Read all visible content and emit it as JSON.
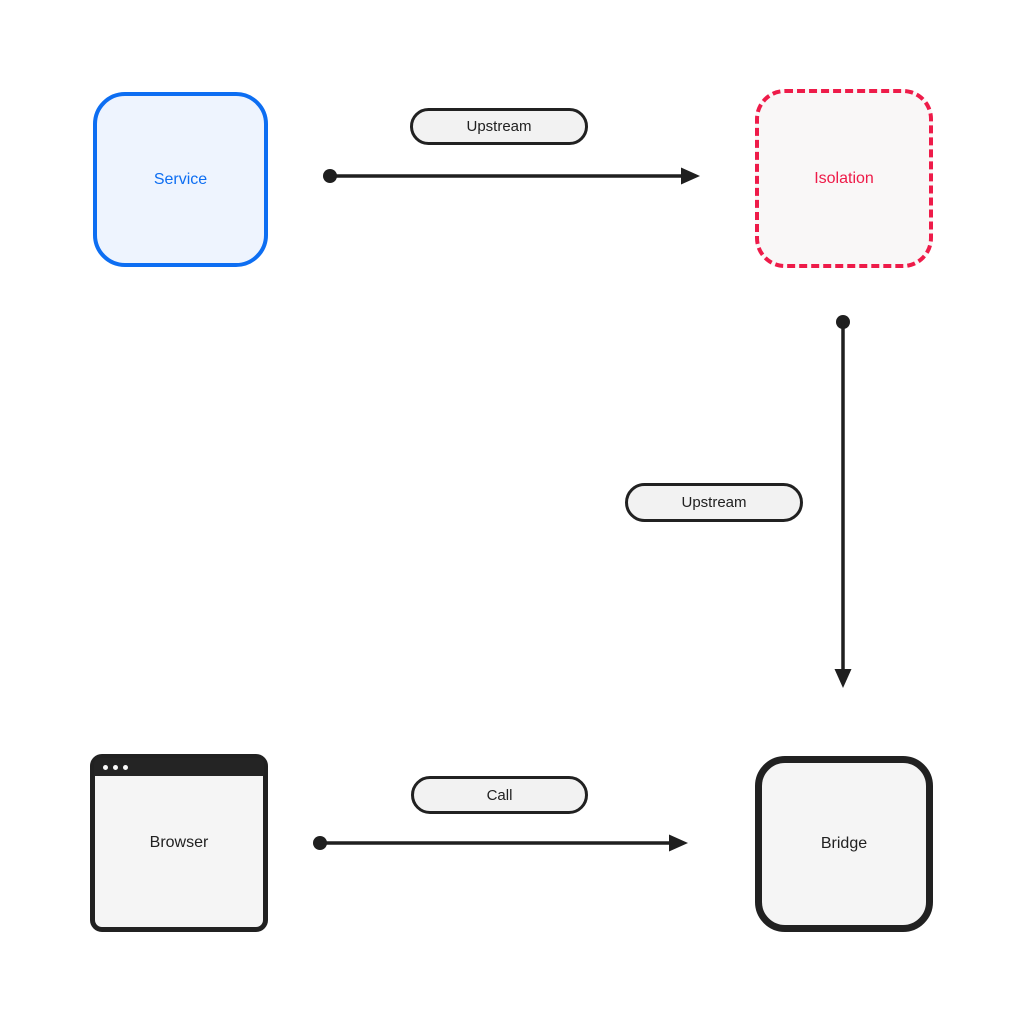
{
  "diagram": {
    "background_color": "#ffffff",
    "nodes": {
      "service": {
        "label": "Service",
        "shape": "rounded-rectangle",
        "border_style": "solid",
        "border_color": "#0d6ef2",
        "fill_color": "#eef4fe",
        "text_color": "#0d6ef2"
      },
      "isolation": {
        "label": "Isolation",
        "shape": "rounded-rectangle",
        "border_style": "dashed",
        "border_color": "#ee1b49",
        "fill_color": "#f9f7f7",
        "text_color": "#ee1b49"
      },
      "browser": {
        "label": "Browser",
        "shape": "browser-window",
        "border_style": "solid",
        "border_color": "#212121",
        "fill_color": "#f5f5f5",
        "titlebar_color": "#242424",
        "titlebar_dots": 3,
        "text_color": "#212121"
      },
      "bridge": {
        "label": "Bridge",
        "shape": "rounded-rectangle",
        "border_style": "solid-thick",
        "border_color": "#212121",
        "fill_color": "#f5f5f5",
        "text_color": "#212121"
      }
    },
    "edges": [
      {
        "from": "Service",
        "to": "Isolation",
        "label": "Upstream",
        "direction": "right"
      },
      {
        "from": "Isolation",
        "to": "Bridge",
        "label": "Upstream",
        "direction": "down"
      },
      {
        "from": "Browser",
        "to": "Bridge",
        "label": "Call",
        "direction": "right"
      }
    ],
    "edge_style": {
      "line_color": "#1f1f1f",
      "start_marker": "dot",
      "end_marker": "arrowhead",
      "label_fill": "#f2f2f2",
      "label_border_color": "#212121",
      "label_text_color": "#212121"
    }
  }
}
